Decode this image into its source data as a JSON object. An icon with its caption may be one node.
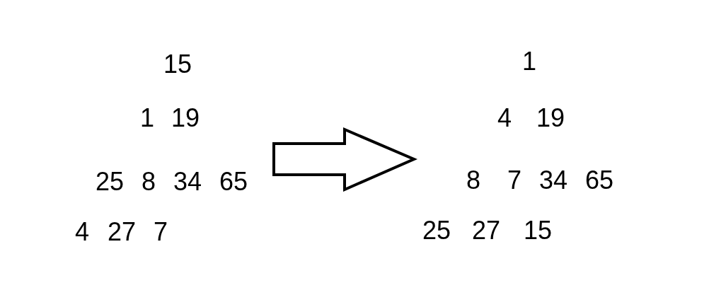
{
  "diagram": {
    "labels": [
      "15",
      "1",
      "19",
      "25",
      "8",
      "34",
      "65",
      "4",
      "27",
      "7",
      "1",
      "4",
      "19",
      "8",
      "7",
      "34",
      "65",
      "25",
      "27",
      "15"
    ]
  }
}
